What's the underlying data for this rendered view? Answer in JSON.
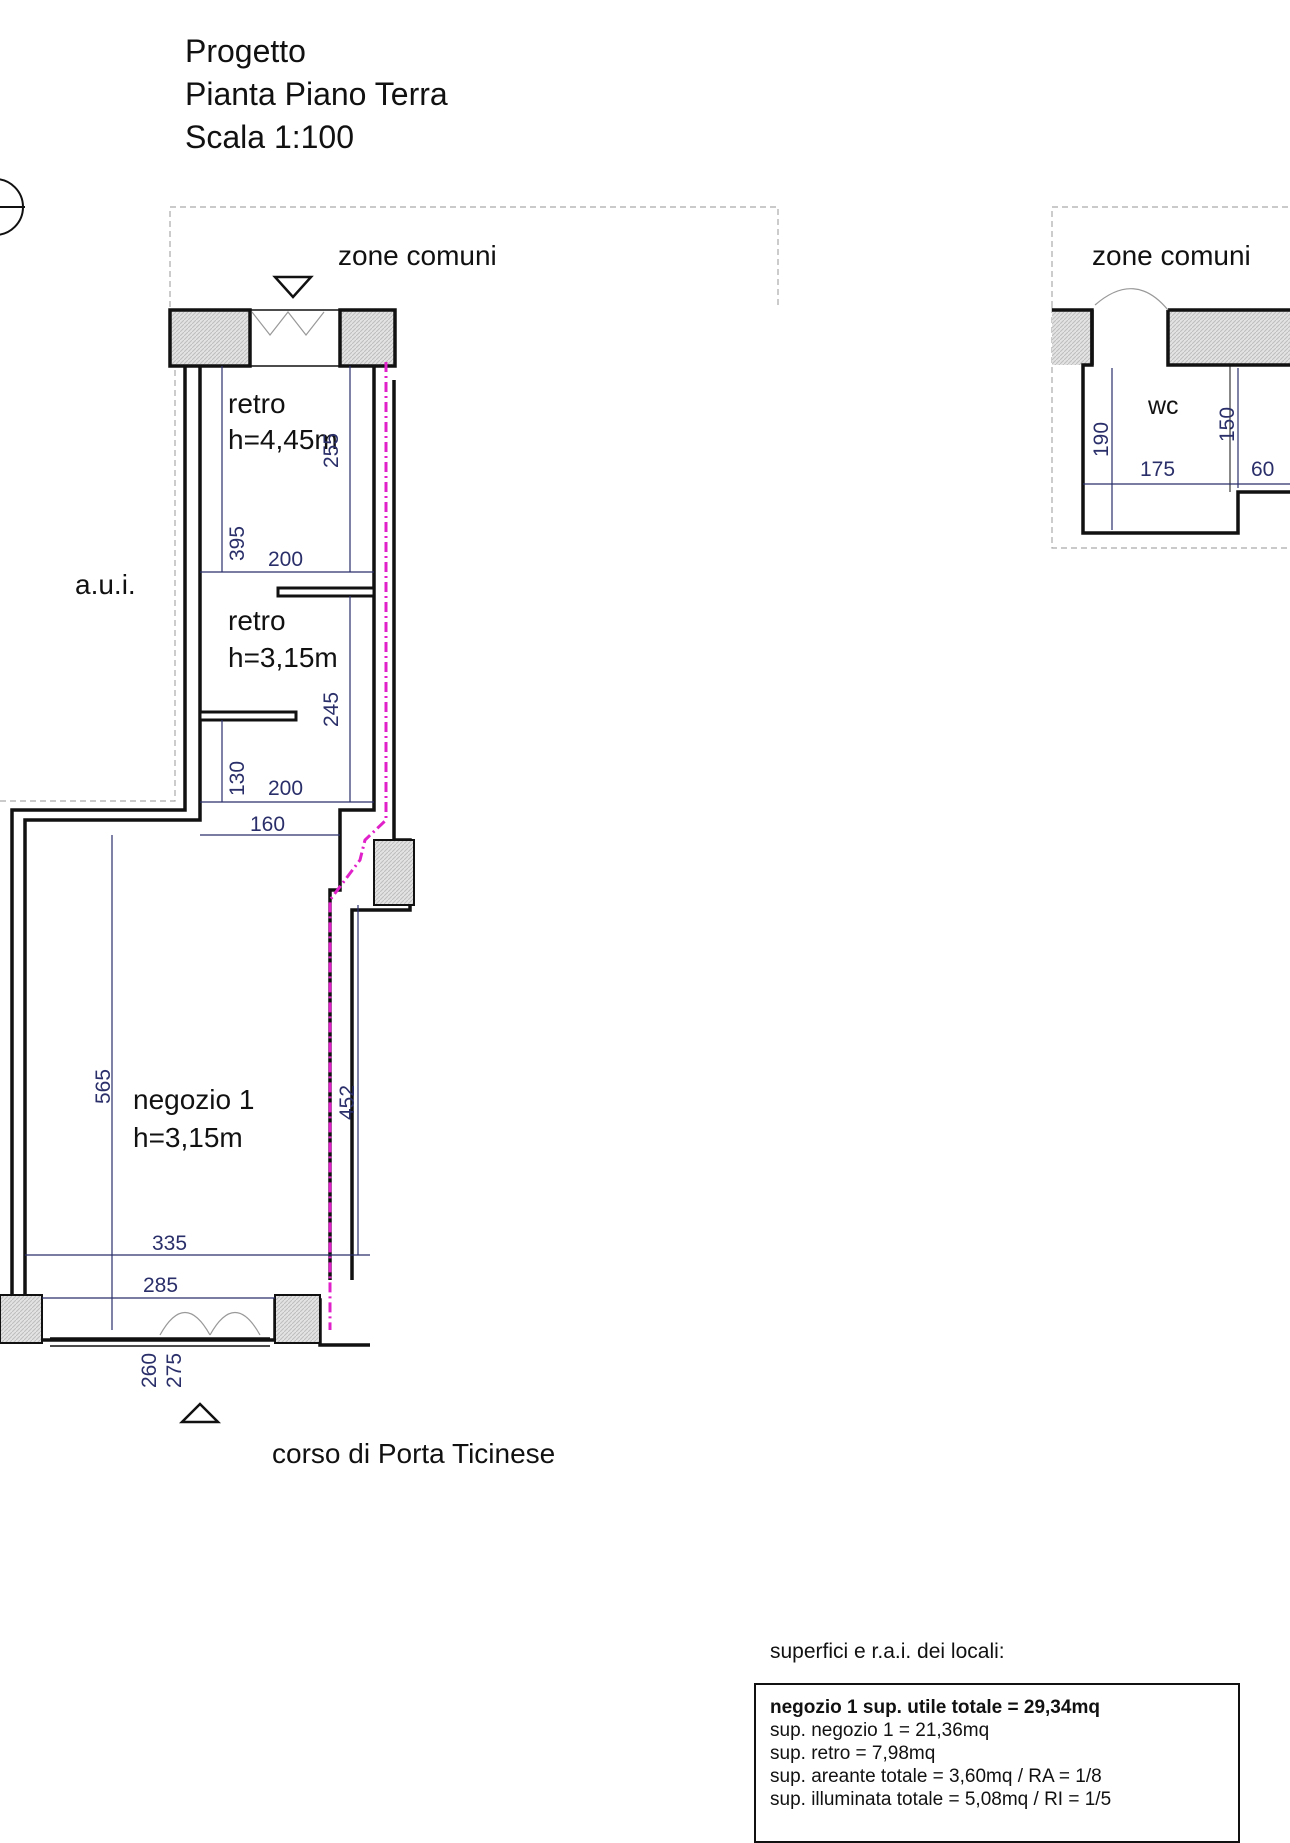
{
  "title": {
    "line1": "Progetto",
    "line2": "Pianta Piano Terra",
    "line3": "Scala 1:100"
  },
  "labels": {
    "zone_comuni_left": "zone comuni",
    "zone_comuni_right": "zone comuni",
    "aui": "a.u.i.",
    "street": "corso di Porta Ticinese",
    "retro1_name": "retro",
    "retro1_height": "h=4,45m",
    "retro2_name": "retro",
    "retro2_height": "h=3,15m",
    "negozio_name": "negozio 1",
    "negozio_height": "h=3,15m",
    "wc": "wc"
  },
  "dimensions": {
    "d255": "255",
    "d395": "395",
    "d200a": "200",
    "d245": "245",
    "d130": "130",
    "d200b": "200",
    "d160": "160",
    "d565": "565",
    "d452": "452",
    "d335": "335",
    "d285": "285",
    "d260": "260",
    "d275": "275",
    "wc_190": "190",
    "wc_175": "175",
    "wc_150": "150",
    "wc_60": "60"
  },
  "legend": {
    "heading": "superfici e r.a.i. dei locali:",
    "line1": "negozio 1  sup. utile totale  =  29,34mq",
    "line2": "sup. negozio 1  =  21,36mq",
    "line3": "sup. retro  =  7,98mq",
    "line4": "sup. areante  totale  =  3,60mq  /  RA  =  1/8",
    "line5": "sup. illuminata totale  =  5,08mq  /  RI  =  1/5"
  },
  "colors": {
    "wall": "#111111",
    "dimension": "#2a2f6a",
    "service_line": "#e020c8",
    "hatch": "#d9d9d9"
  }
}
